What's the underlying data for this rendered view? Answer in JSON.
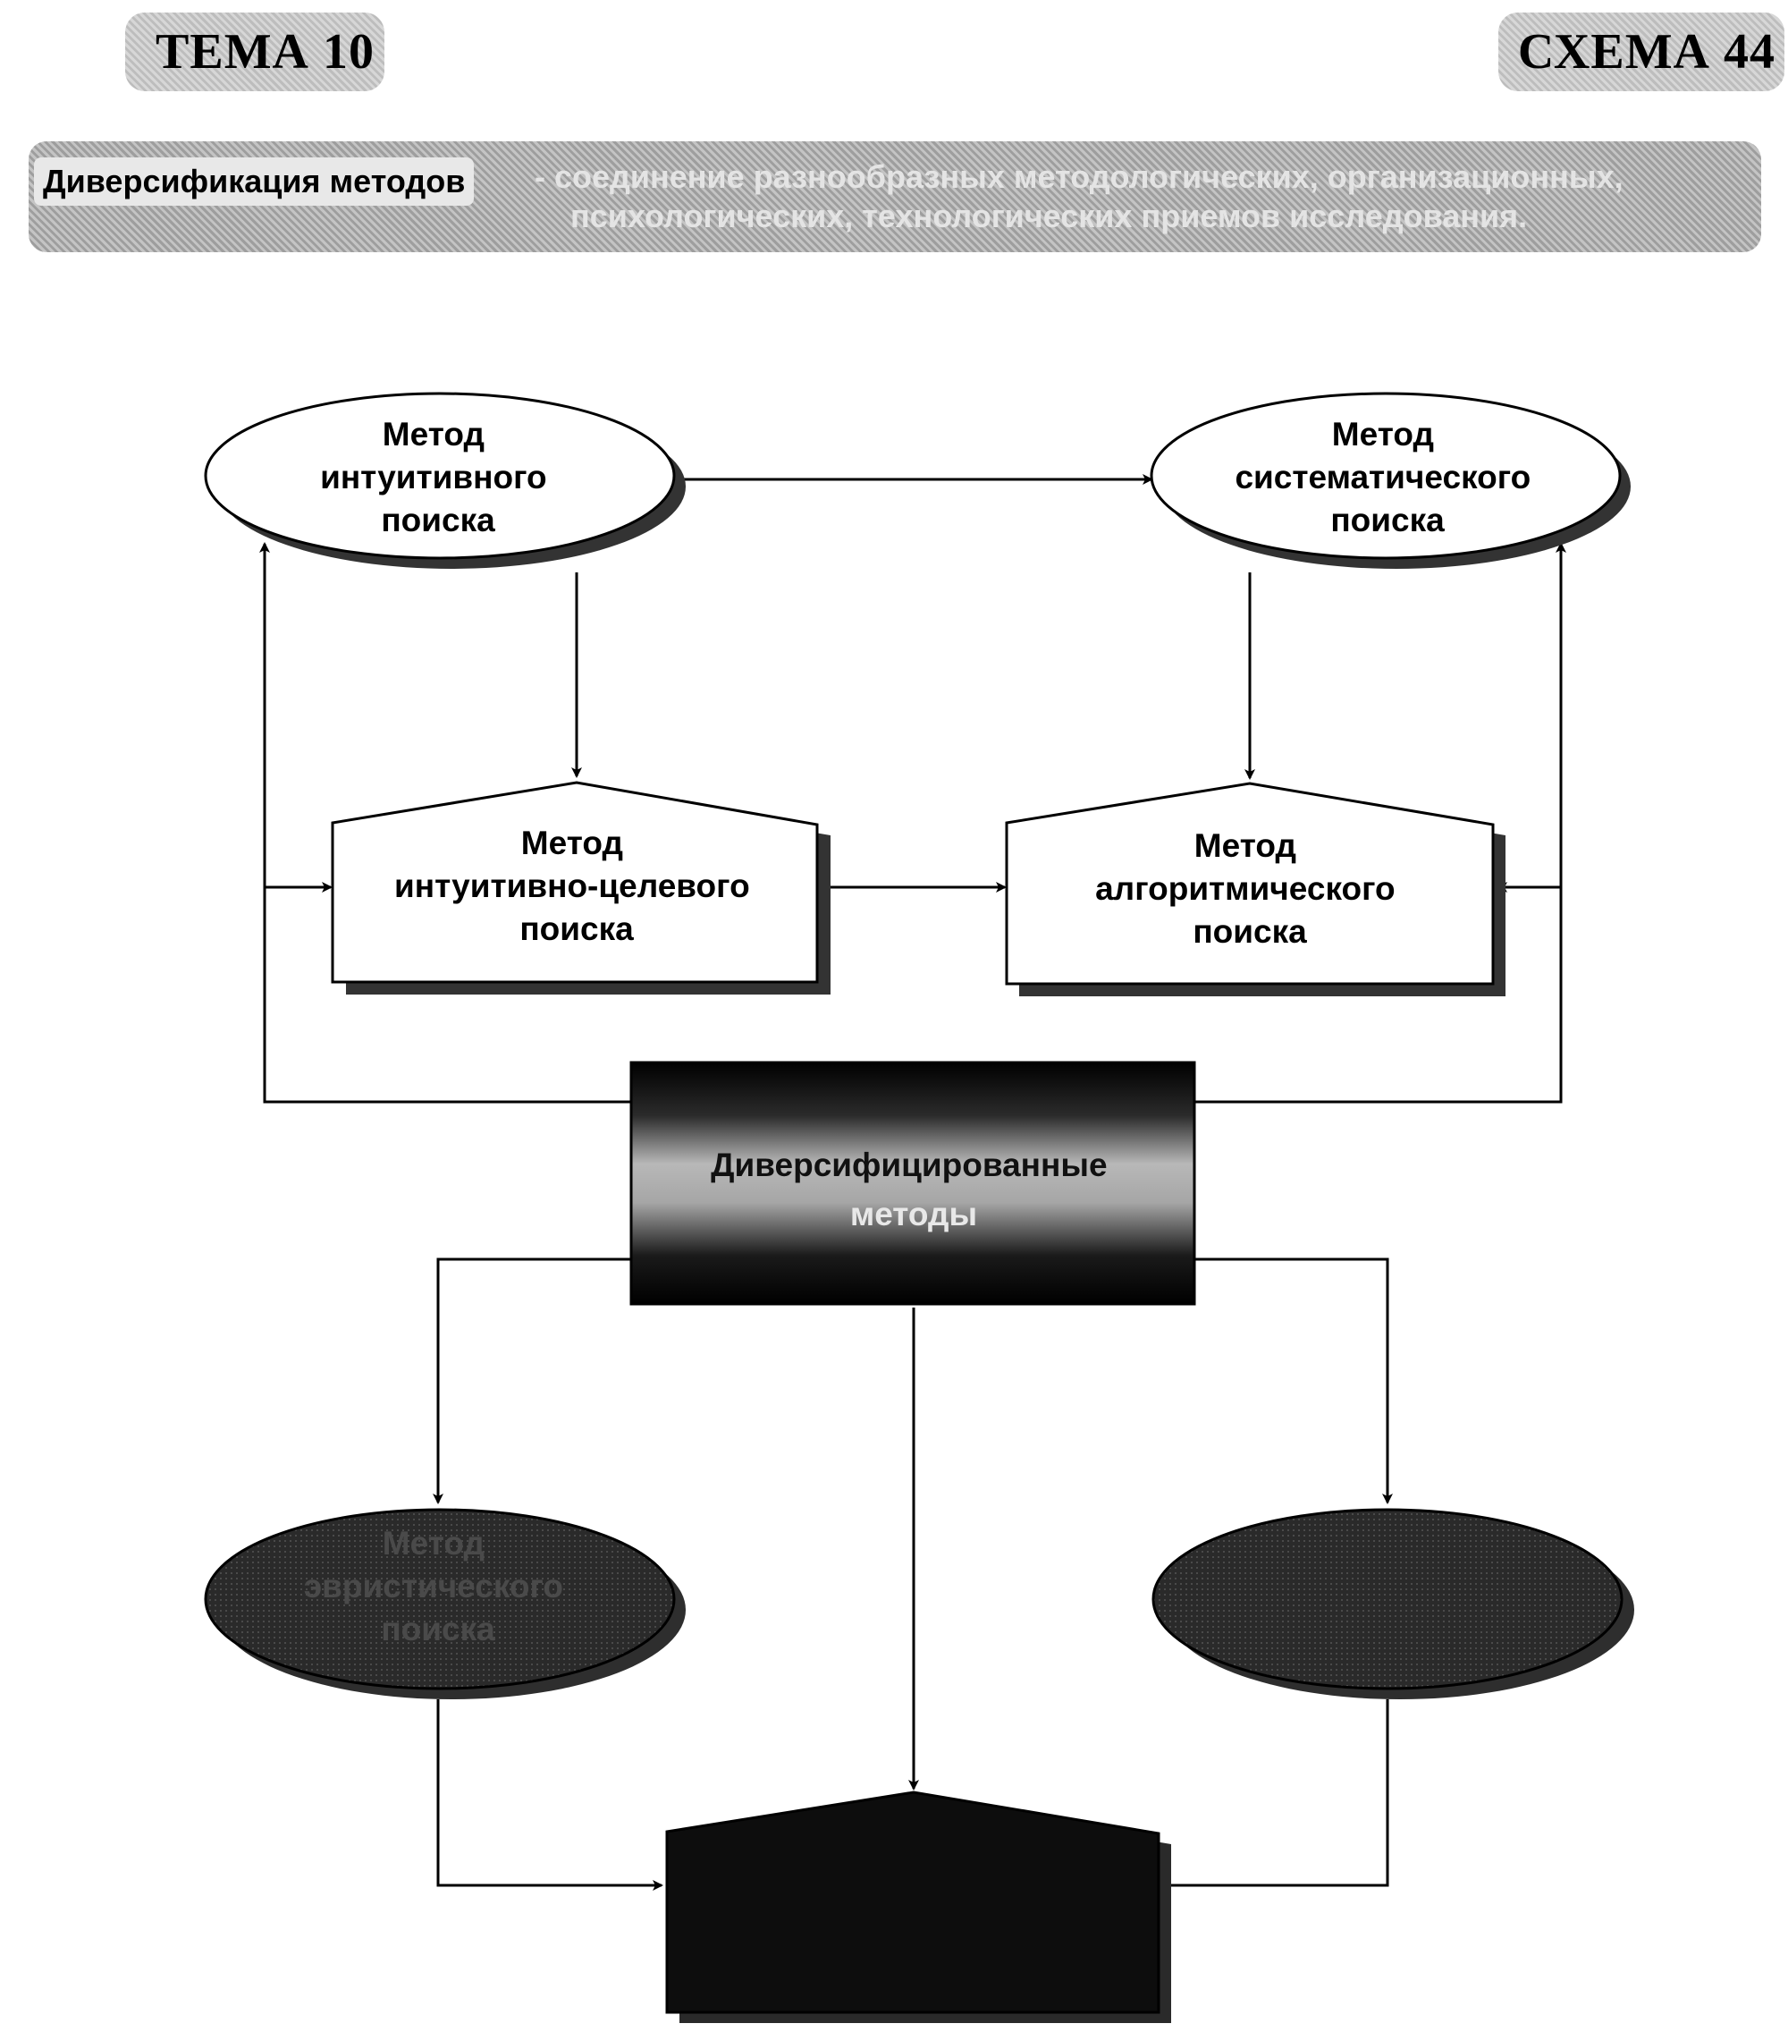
{
  "header": {
    "topic": "ТЕМА 10",
    "scheme": "СХЕМА 44"
  },
  "definition": {
    "term": "Диверсификация методов",
    "separator": "-",
    "text_line1": "соединение разнообразных методологических, организационных,",
    "text_line2": "психологических, технологических приемов исследования."
  },
  "nodes": {
    "intuitive": [
      "Метод",
      "интуитивного",
      "поиска"
    ],
    "systematic": [
      "Метод",
      "систематического",
      "поиска"
    ],
    "intuitive_goal": [
      "Метод",
      "интуитивно-целевого",
      "поиска"
    ],
    "algorithmic": [
      "Метод",
      "алгоритмического",
      "поиска"
    ],
    "diversified": [
      "Диверсифицированные",
      "методы"
    ],
    "bottom_left": [
      "Метод",
      "эвристического",
      "поиска"
    ]
  },
  "colors": {
    "line": "#000000",
    "box_fill": "#ffffff",
    "shadow": "#3a3a3a",
    "dark_fill": "#111111"
  }
}
